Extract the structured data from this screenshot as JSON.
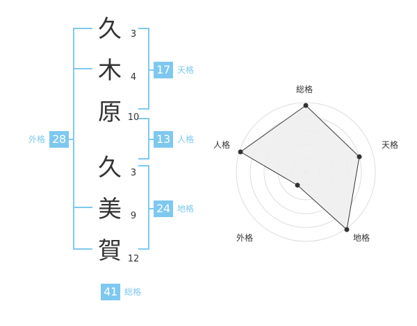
{
  "name_chars": [
    "久",
    "木",
    "原",
    "久",
    "美",
    "賀"
  ],
  "stroke_counts": [
    "3",
    "4",
    "10",
    "3",
    "9",
    "12"
  ],
  "badges": {
    "tenkaku": {
      "value": "17",
      "label": "天格"
    },
    "jinkaku": {
      "value": "13",
      "label": "人格"
    },
    "chikaku": {
      "value": "24",
      "label": "地格"
    },
    "gaikaku": {
      "value": "28",
      "label": "外格"
    },
    "soukaku": {
      "value": "41",
      "label": "総格"
    }
  },
  "radar": {
    "labels": {
      "soukaku": "総格",
      "tenkaku": "天格",
      "chikaku": "地格",
      "gaikaku": "外格",
      "jinkaku": "人格"
    }
  },
  "colors": {
    "accent": "#7ec8f0",
    "text": "#333333",
    "grid": "#dddddd",
    "fill": "#eeeeee",
    "outline": "#333333"
  }
}
